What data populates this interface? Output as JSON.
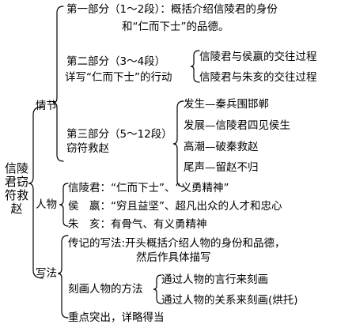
{
  "root": "信陵君窃符救赵",
  "branches": {
    "plot": {
      "label": "情节",
      "part1": {
        "line1": "第一部分（1～2段）：概括介绍信陵君的身份",
        "line2": "和“仁而下士”的品德。"
      },
      "part2": {
        "line1": "第二部分（3～4段）",
        "line2": "详写“仁而下士”的行动",
        "items": [
          "信陵君与侯嬴的交往过程",
          "信陵君与朱亥的交往过程"
        ]
      },
      "part3": {
        "line1": "第三部分（5～12段）",
        "line2": "窃符救赵",
        "items": [
          "发生—秦兵围邯郸",
          "发展—信陵君四见侯生",
          "高潮—破秦救赵",
          "尾声—留赵不归"
        ]
      }
    },
    "characters": {
      "label": "人物",
      "items": [
        "信陵君：“仁而下士”、“义勇精神”",
        "侯　嬴：“穷且益坚”、超凡出众的人才和忠心",
        "朱　亥：有骨气、有义勇精神"
      ]
    },
    "writing": {
      "label": "写法",
      "item1_line1": "传记的写法:开头概括介绍人物的身份和品德，",
      "item1_line2": "然后作具体描写",
      "item2_label": "刻画人物的方法",
      "item2_subs": [
        "通过人物的言行来刻画",
        "通过人物的关系来刻画(烘托)"
      ],
      "item3": "重点突出，详略得当"
    }
  }
}
